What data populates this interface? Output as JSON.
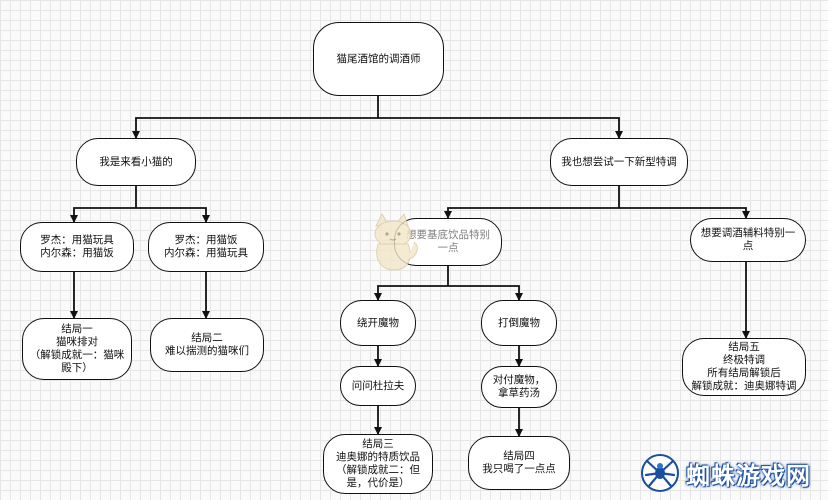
{
  "diagram": {
    "root": "猫尾酒馆的调酒师",
    "choice_cats": "我是来看小猫的",
    "choice_drink": "我也想尝试一下新型特调",
    "branch_a": "罗杰：用猫玩具\n内尔森：用猫饭",
    "branch_b": "罗杰：用猫饭\n内尔森：用猫玩具",
    "ending_1": "结局一\n猫咪排对\n（解锁成就一：猫咪殿下）",
    "ending_2": "结局二\n难以揣测的猫咪们",
    "drink_special": "想要基底饮品特别一点",
    "aux_special": "想要调酒辅料特别一点",
    "bypass_monster": "绕开魔物",
    "defeat_monster": "打倒魔物",
    "ask_dupalov": "问问杜拉夫",
    "fight_monster": "对付魔物，拿草药汤",
    "ending_3": "结局三\n迪奥娜的特质饮品\n（解锁成就二：但是，代价是）",
    "ending_4": "结局四\n我只喝了一点点",
    "ending_5": "结局五\n终极特调\n所有结局解锁后\n解锁成就：迪奥娜特调"
  },
  "watermark": {
    "text": "蜘蛛游戏网"
  },
  "colors": {
    "grid": "#e6e6e6",
    "background": "#fafafa",
    "stroke": "#111111",
    "node_fill": "#ffffff",
    "watermark_blue": "#1a4fa0"
  }
}
